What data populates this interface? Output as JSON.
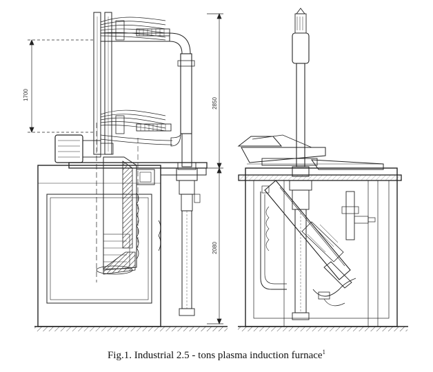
{
  "figure": {
    "caption_text": "Fig.1. Industrial 2.5 - tons plasma induction furnace",
    "caption_ref": "1"
  },
  "dimensions": {
    "upper_span": "1700",
    "total_height": "2850",
    "lower_height": "2080"
  },
  "colors": {
    "ink": "#222222",
    "hatch": "#555555",
    "paper": "#ffffff"
  }
}
